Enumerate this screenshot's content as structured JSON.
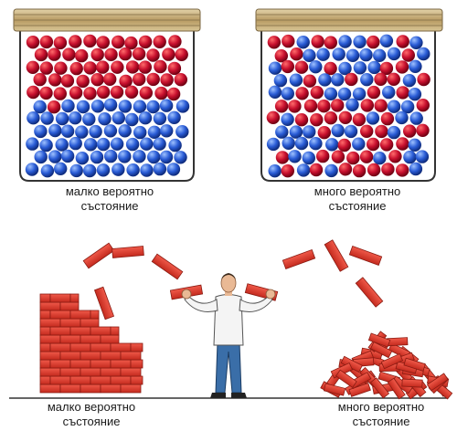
{
  "panels": {
    "jar_left": {
      "line1": "малко вероятно",
      "line2": "състояние"
    },
    "jar_right": {
      "line1": "много вероятно",
      "line2": "състояние"
    },
    "bricks_left": {
      "line1": "малко вероятно",
      "line2": "състояние"
    },
    "bricks_right": {
      "line1": "много вероятно",
      "line2": "състояние"
    }
  },
  "colors": {
    "red_particle": "#c8102e",
    "blue_particle": "#2a5cd6",
    "brick": "#e03c31",
    "brick_edge": "#8a1b12",
    "lid": "#c9b48a",
    "shirt": "#ffffff",
    "jeans": "#3a6ea8"
  }
}
